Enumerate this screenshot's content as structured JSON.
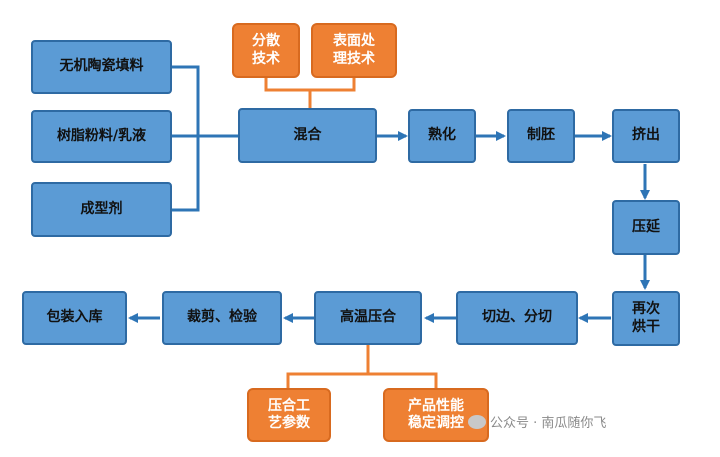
{
  "nodes": {
    "ceramic": "无机陶瓷填料",
    "resin": "树脂粉料/乳液",
    "former": "成型剂",
    "mixing": "混合",
    "dispersion": "分散\n技术",
    "surface": "表面处\n理技术",
    "aging": "熟化",
    "billet": "制胚",
    "extrude": "挤出",
    "calender": "压延",
    "dry": "再次\n烘干",
    "trim": "切边、分切",
    "press": "高温压合",
    "cut_inspect": "裁剪、检验",
    "pack": "包装入库",
    "press_params": "压合工\n艺参数",
    "perf_control": "产品性能\n稳定调控"
  },
  "watermark": "公众号 · 南瓜随你飞",
  "colors": {
    "blue_fill": "#5b9bd5",
    "blue_border": "#2e6aa3",
    "orange_fill": "#ee8033",
    "arrow": "#2e75b6"
  }
}
